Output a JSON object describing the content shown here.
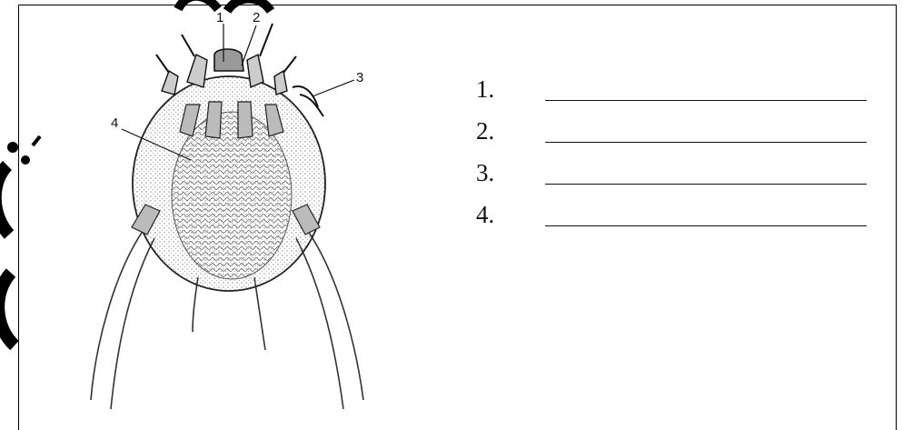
{
  "diagram": {
    "labels": [
      "1",
      "2",
      "3",
      "4"
    ]
  },
  "answers": [
    {
      "number": "1."
    },
    {
      "number": "2."
    },
    {
      "number": "3."
    },
    {
      "number": "4."
    }
  ]
}
